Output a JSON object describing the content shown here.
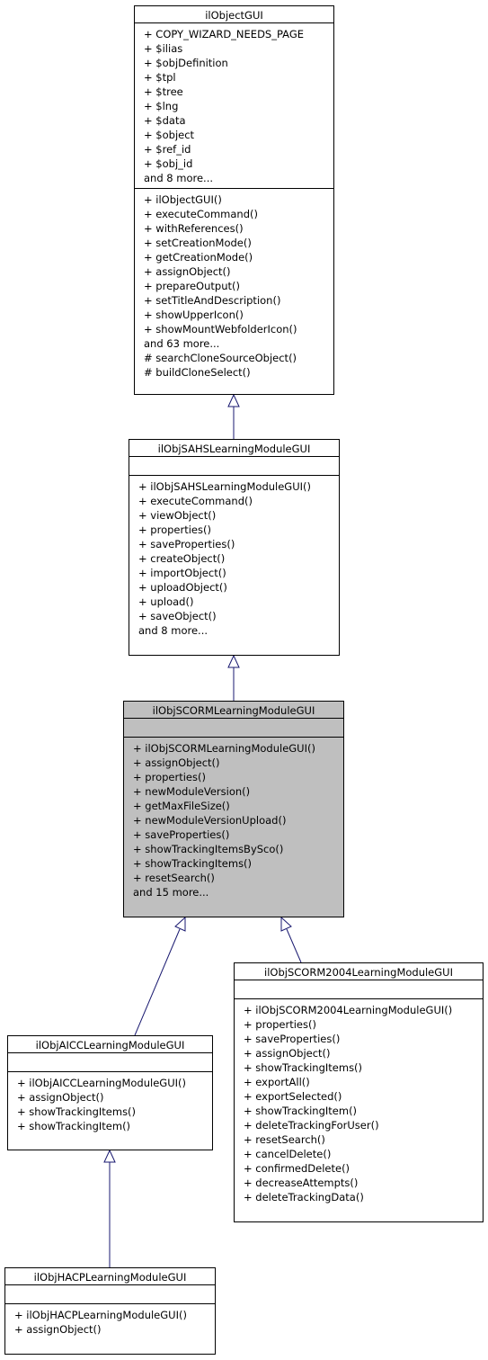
{
  "classes": {
    "ilObjectGUI": {
      "name": "ilObjectGUI",
      "attributes": [
        "+ COPY_WIZARD_NEEDS_PAGE",
        "+ $ilias",
        "+ $objDefinition",
        "+ $tpl",
        "+ $tree",
        "+ $lng",
        "+ $data",
        "+ $object",
        "+ $ref_id",
        "+ $obj_id",
        "and 8 more..."
      ],
      "methods": [
        "+ ilObjectGUI()",
        "+ executeCommand()",
        "+ withReferences()",
        "+ setCreationMode()",
        "+ getCreationMode()",
        "+ assignObject()",
        "+ prepareOutput()",
        "+ setTitleAndDescription()",
        "+ showUpperIcon()",
        "+ showMountWebfolderIcon()",
        "and 63 more...",
        "# searchCloneSourceObject()",
        "# buildCloneSelect()"
      ]
    },
    "ilObjSAHSLearningModuleGUI": {
      "name": "ilObjSAHSLearningModuleGUI",
      "attributes": [],
      "methods": [
        "+ ilObjSAHSLearningModuleGUI()",
        "+ executeCommand()",
        "+ viewObject()",
        "+ properties()",
        "+ saveProperties()",
        "+ createObject()",
        "+ importObject()",
        "+ uploadObject()",
        "+ upload()",
        "+ saveObject()",
        "and 8 more..."
      ]
    },
    "ilObjSCORMLearningModuleGUI": {
      "name": "ilObjSCORMLearningModuleGUI",
      "attributes": [],
      "methods": [
        "+ ilObjSCORMLearningModuleGUI()",
        "+ assignObject()",
        "+ properties()",
        "+ newModuleVersion()",
        "+ getMaxFileSize()",
        "+ newModuleVersionUpload()",
        "+ saveProperties()",
        "+ showTrackingItemsBySco()",
        "+ showTrackingItems()",
        "+ resetSearch()",
        "and 15 more..."
      ]
    },
    "ilObjSCORM2004LearningModuleGUI": {
      "name": "ilObjSCORM2004LearningModuleGUI",
      "attributes": [],
      "methods": [
        "+ ilObjSCORM2004LearningModuleGUI()",
        "+ properties()",
        "+ saveProperties()",
        "+ assignObject()",
        "+ showTrackingItems()",
        "+ exportAll()",
        "+ exportSelected()",
        "+ showTrackingItem()",
        "+ deleteTrackingForUser()",
        "+ resetSearch()",
        "+ cancelDelete()",
        "+ confirmedDelete()",
        "+ decreaseAttempts()",
        "+ deleteTrackingData()"
      ]
    },
    "ilObjAICCLearningModuleGUI": {
      "name": "ilObjAICCLearningModuleGUI",
      "attributes": [],
      "methods": [
        "+ ilObjAICCLearningModuleGUI()",
        "+ assignObject()",
        "+ showTrackingItems()",
        "+ showTrackingItem()"
      ]
    },
    "ilObjHACPLearningModuleGUI": {
      "name": "ilObjHACPLearningModuleGUI",
      "attributes": [],
      "methods": [
        "+ ilObjHACPLearningModuleGUI()",
        "+ assignObject()"
      ]
    }
  },
  "colors": {
    "edge": "#191970",
    "highlight_fill": "#bfbfbf"
  }
}
